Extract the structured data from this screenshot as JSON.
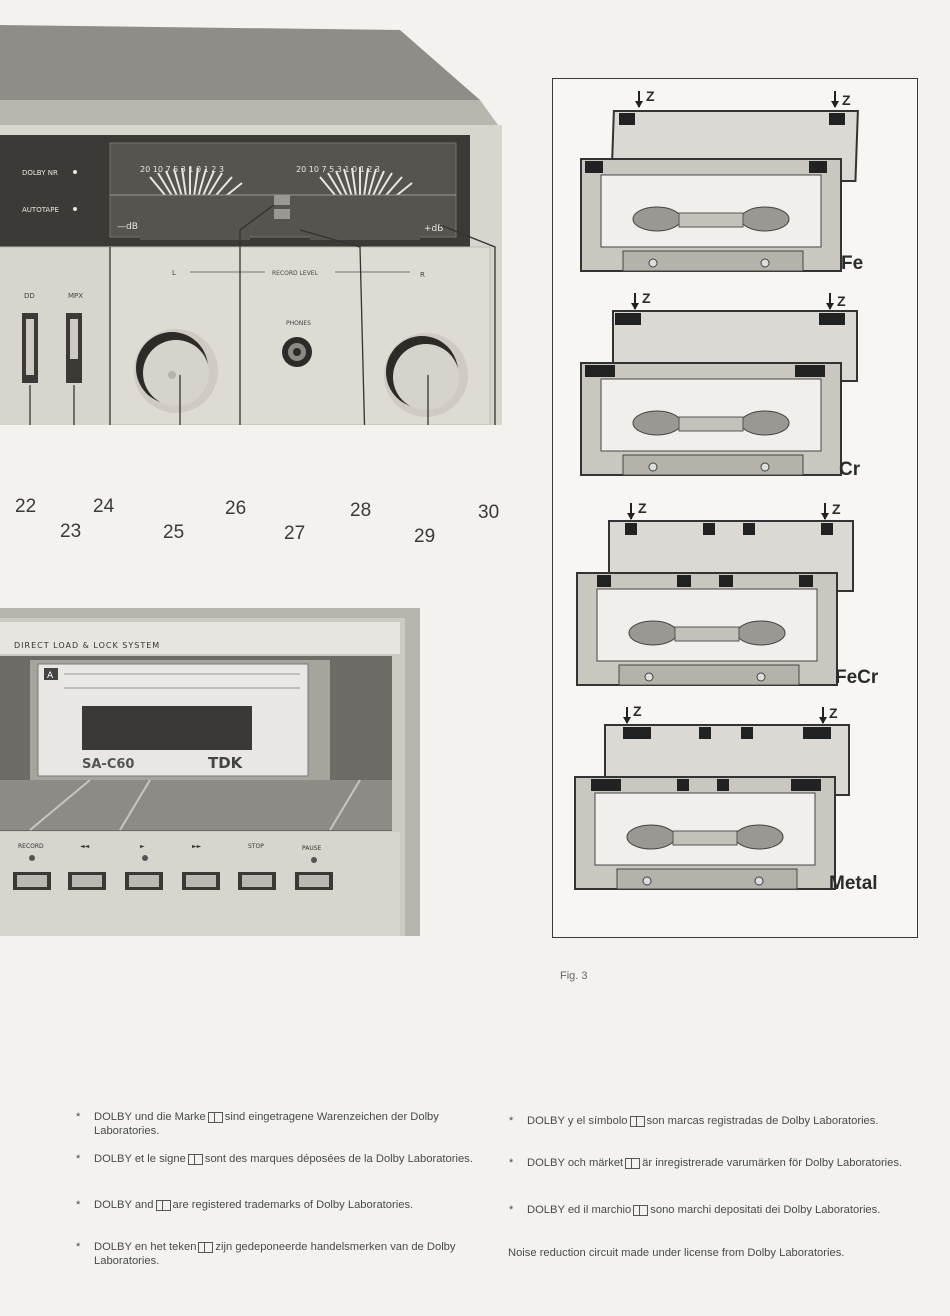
{
  "deck": {
    "dolby_nr_label": "DOLBY NR",
    "autotape_label": "AUTOTAPE",
    "meter_scale": "20 10 7 5 3 1 0 1 2 3",
    "meter_left_db": "—dB",
    "meter_right_db": "+dB",
    "record_level_label": "RECORD LEVEL",
    "channel_l": "L",
    "channel_r": "R",
    "phones_label": "PHONES",
    "dolby_switch_label": "DD",
    "mpx_label": "MPX"
  },
  "callouts": [
    "22",
    "23",
    "24",
    "25",
    "26",
    "27",
    "28",
    "29",
    "30"
  ],
  "cassettes": {
    "z_label": "Z",
    "types": [
      {
        "label": "Fe"
      },
      {
        "label": "Cr"
      },
      {
        "label": "FeCr"
      },
      {
        "label": "Metal"
      }
    ]
  },
  "fig_caption": "Fig. 3",
  "tray": {
    "title": "DIRECT LOAD & LOCK SYSTEM",
    "side": "A",
    "cassette_brand": "TDK",
    "cassette_model": "SA-C60",
    "buttons": [
      {
        "label": "RECORD"
      },
      {
        "label": "◄◄"
      },
      {
        "label": "►"
      },
      {
        "label": "►►"
      },
      {
        "label": "STOP"
      },
      {
        "label": "PAUSE"
      }
    ]
  },
  "notes": {
    "de": {
      "pre": "DOLBY und die Marke",
      "post": "sind eingetragene Warenzeichen der Dolby Laboratories."
    },
    "fr": {
      "pre": "DOLBY et le signe",
      "post": "sont des marques déposées de la Dolby Laboratories."
    },
    "en": {
      "pre": "DOLBY and",
      "post": "are registered trademarks of Dolby Laboratories."
    },
    "nl": {
      "pre": "DOLBY en het teken",
      "post": "zijn gedeponeerde handelsmerken van de Dolby Laboratories."
    },
    "es": {
      "pre": "DOLBY y el símbolo",
      "post": "son marcas registradas de Dolby Laboratories."
    },
    "sv": {
      "pre": "DOLBY och märket",
      "post": "är inregistrerade varumärken för Dolby Laboratories."
    },
    "it": {
      "pre": "DOLBY ed il marchio",
      "post": "sono marchi depositati dei Dolby Laboratories."
    },
    "license": "Noise reduction circuit made under license from Dolby Laboratories."
  }
}
